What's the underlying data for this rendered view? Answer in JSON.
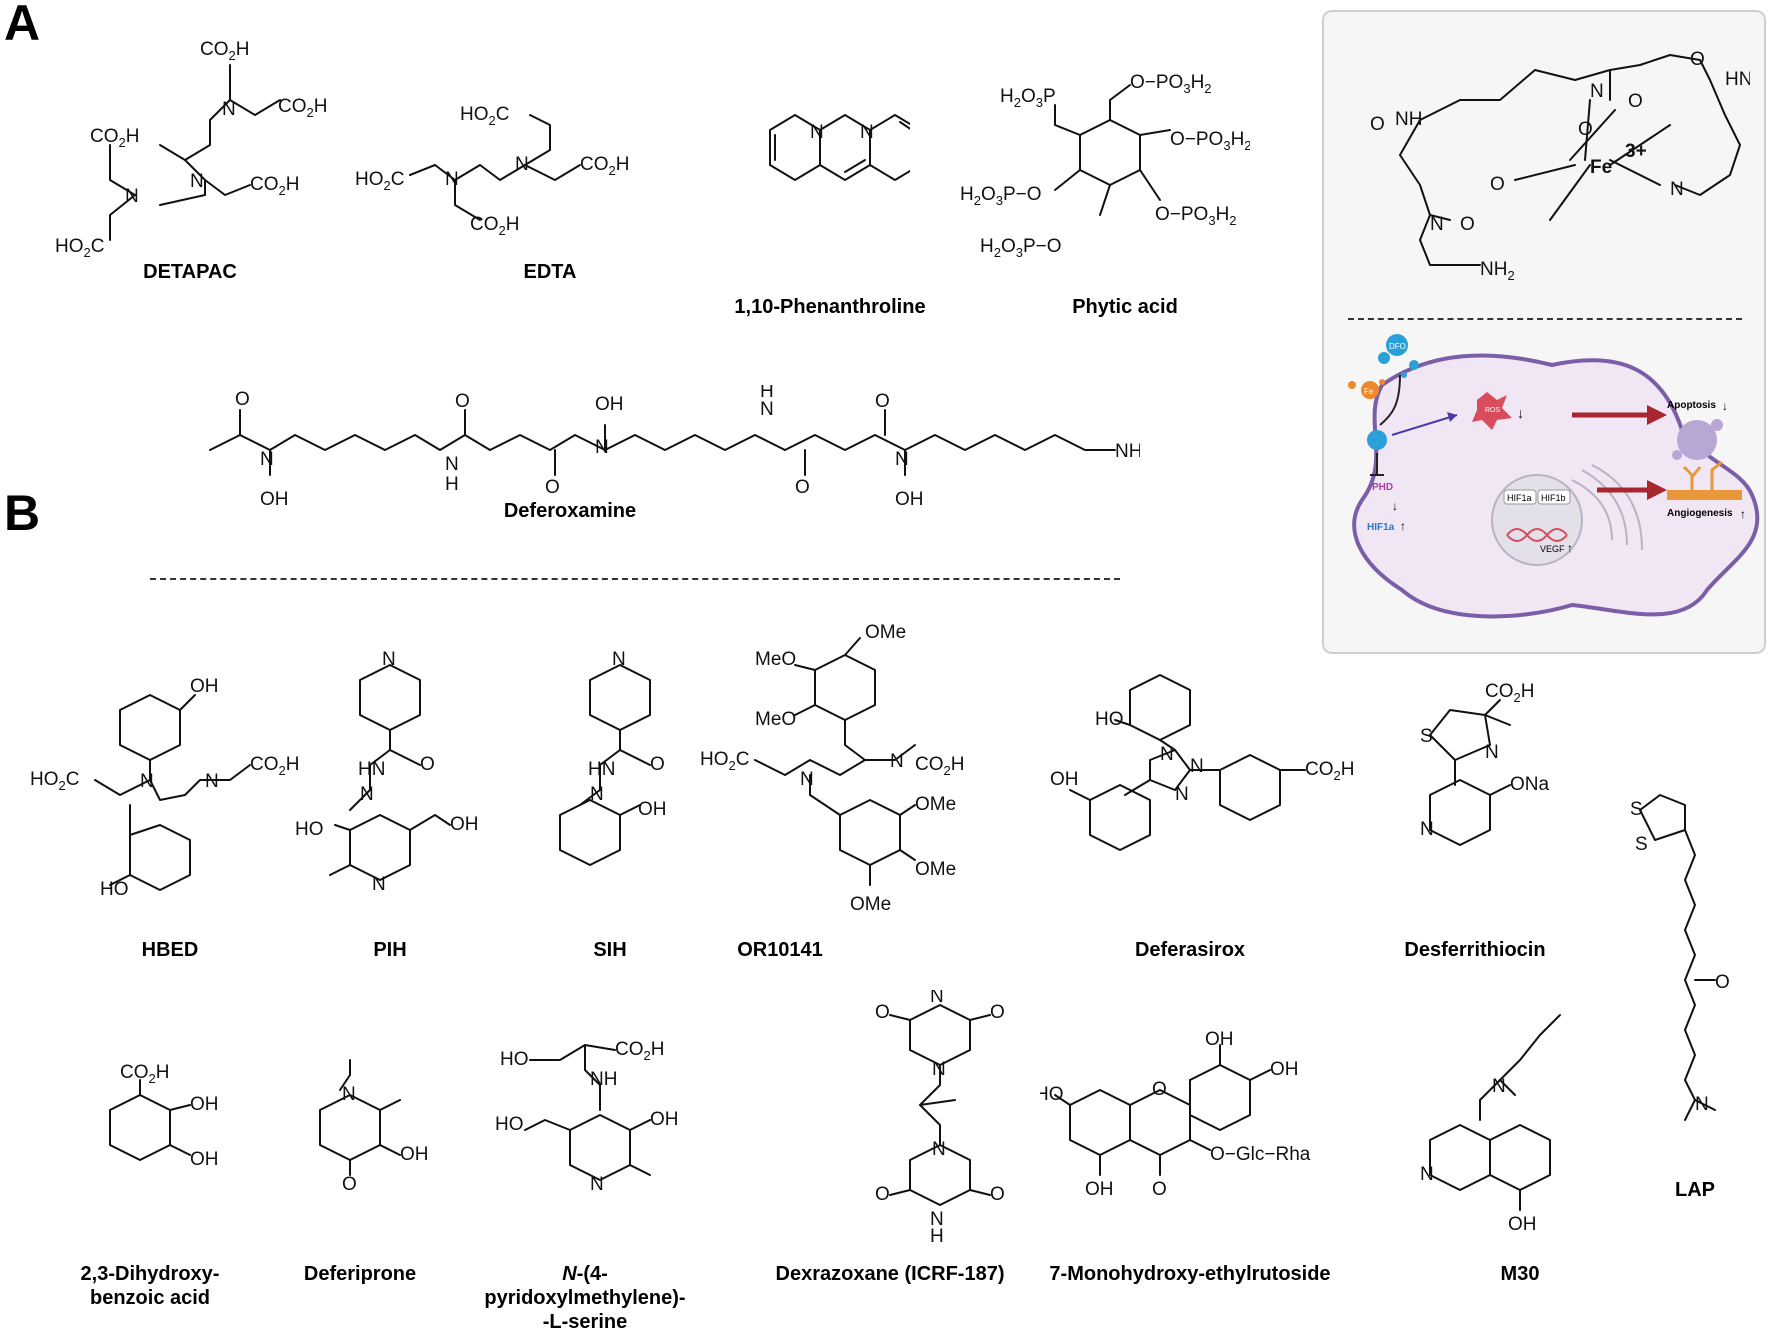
{
  "panels": {
    "a": "A",
    "b": "B"
  },
  "section_a": {
    "compounds": [
      {
        "name": "DETAPAC"
      },
      {
        "name": "EDTA"
      },
      {
        "name": "1,10-Phenanthroline"
      },
      {
        "name": "Phytic acid"
      },
      {
        "name": "Deferoxamine"
      }
    ]
  },
  "complex": {
    "metal": "Fe",
    "charge": "3+",
    "labels": {
      "hn": "HN",
      "nh": "NH",
      "nh2": "NH",
      "o": "O",
      "n": "N"
    }
  },
  "mechanism": {
    "dfo": "DFO",
    "fe": "Fe",
    "ros": "ROS",
    "phd": "PHD",
    "hif1a_cyto": "HIF1a",
    "hif1a_nuc": "HIF1a",
    "hif1b": "HIF1b",
    "vegf": "VEGF",
    "apoptosis": "Apoptosis",
    "angiogenesis": "Angiogenesis",
    "colors": {
      "cell_fill": "#f1e6f4",
      "cell_stroke": "#7b5ea7",
      "dfo": "#2a9fd8",
      "iron": "#f0882a",
      "ros": "#d94c5c",
      "arrow_red": "#a8262f",
      "phd": "#b23aa6",
      "hif": "#2a78c8"
    }
  },
  "section_b": {
    "compounds": [
      {
        "name": "HBED"
      },
      {
        "name": "PIH"
      },
      {
        "name": "SIH"
      },
      {
        "name": "OR10141"
      },
      {
        "name": "Deferasirox"
      },
      {
        "name": "Desferrithiocin"
      },
      {
        "name": "LAP"
      },
      {
        "name_line1": "2,3-Dihydroxy-",
        "name_line2": "benzoic acid"
      },
      {
        "name": "Deferiprone"
      },
      {
        "name_prefix": "N",
        "name_line1": "-(4-pyridoxylmethylene)-",
        "name_line2": "-L-serine"
      },
      {
        "name": "Dexrazoxane (ICRF-187)"
      },
      {
        "name": "7-Monohydroxy-ethylrutoside"
      },
      {
        "name": "M30"
      }
    ]
  },
  "atom_labels": {
    "co2h": "CO2H",
    "ho2c": "HO2C",
    "n": "N",
    "o": "O",
    "oh": "OH",
    "ho": "HO",
    "nh": "NH",
    "hn": "HN",
    "h": "H",
    "nh2": "NH2",
    "po3h2": "PO3H2",
    "h2o3p": "H2O3P",
    "ome": "OMe",
    "meo": "MeO",
    "s": "S",
    "ona": "ONa",
    "glc_rha": "O−Glc−Rha"
  }
}
